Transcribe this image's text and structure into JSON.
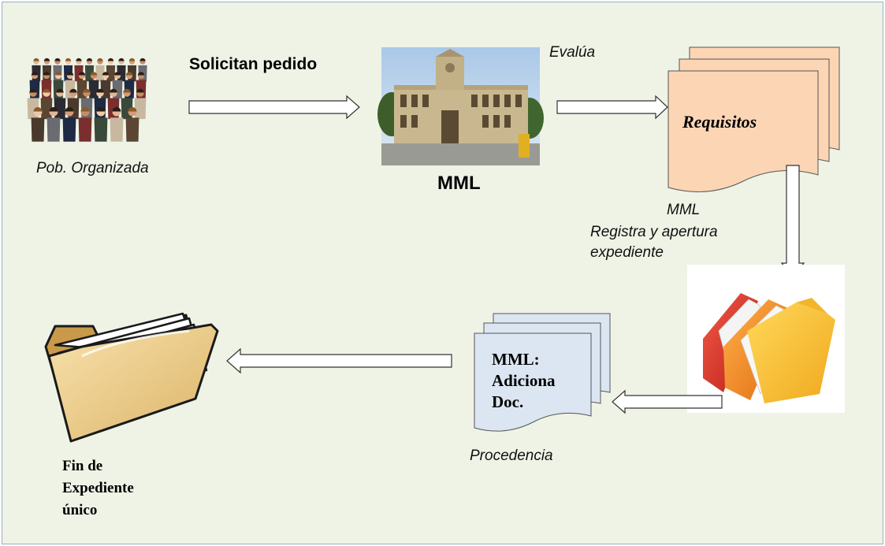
{
  "nodes": {
    "population": {
      "caption": "Pob. Organizada"
    },
    "request_label": "Solicitan pedido",
    "municipality": {
      "caption": "MML"
    },
    "evaluate_label": "Evalúa",
    "requirements": {
      "label": "Requisitos"
    },
    "register": {
      "line1": "MML",
      "line2": "Registra y apertura",
      "line3": "expediente"
    },
    "add_docs": {
      "line1": "MML:",
      "line2": "Adiciona",
      "line3": "Doc."
    },
    "procedure_label": "Procedencia",
    "end": {
      "line1": "Fin de",
      "line2": "Expediente",
      "line3": "único"
    }
  },
  "colors": {
    "background": "#eef3e6",
    "border": "#9bb0c6",
    "requirements_fill": "#fcd5b5",
    "docs_fill": "#dce6f2",
    "folder_fill": "#f5d79a"
  }
}
